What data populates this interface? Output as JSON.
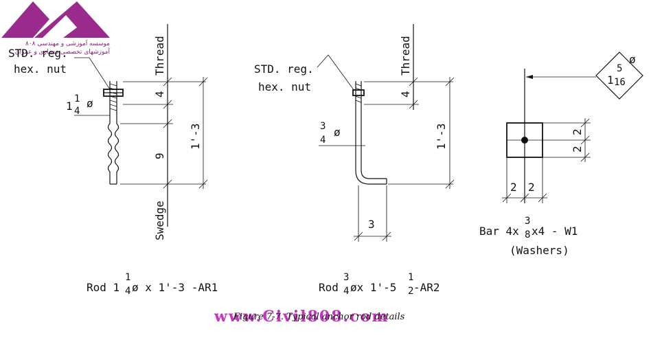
{
  "watermark": {
    "logo_line1": "موسسه آموزشی و مهندسی ۸۰۸",
    "logo_line2": "آموزشهای تخصصی معماری و عمران",
    "site": "www.Civil808.com",
    "color": "#c832c0"
  },
  "rod1": {
    "note_line1": "STD. reg.",
    "note_line2": "hex. nut",
    "dia_whole": "1",
    "dia_num": "1",
    "dia_den": "4",
    "dia_sym": "ø",
    "dim_thread": "Thread",
    "dim_nut": "4",
    "dim_total": "1'-3",
    "dim_swedge_len": "9",
    "dim_swedge": "Swedge",
    "title_prefix": "Rod 1",
    "title_num": "1",
    "title_den": "4",
    "title_rest": "ø x 1'-3 -AR1"
  },
  "rod2": {
    "note_line1": "STD. reg.",
    "note_line2": "hex. nut",
    "dia_num": "3",
    "dia_den": "4",
    "dia_sym": "ø",
    "dim_thread": "Thread",
    "dim_nut": "4",
    "dim_total": "1'-3",
    "dim_hook": "3",
    "title_prefix": "Rod",
    "title_num": "3",
    "title_den": "4",
    "title_mid": "øx 1'-5",
    "title_num2": "1",
    "title_den2": "2",
    "title_rest": " -AR2"
  },
  "washer": {
    "weld_sym": "ø",
    "weld_num": "5",
    "weld_whole": "1",
    "weld_den": "16",
    "dim_v1": "2",
    "dim_v2": "2",
    "dim_h1": "2",
    "dim_h2": "2",
    "title_prefix": "Bar 4x",
    "title_num": "3",
    "title_den": "8",
    "title_rest": "x4 - W1",
    "subtitle": "(Washers)"
  },
  "caption": "Figure 7-7. Typical anchor rod details"
}
